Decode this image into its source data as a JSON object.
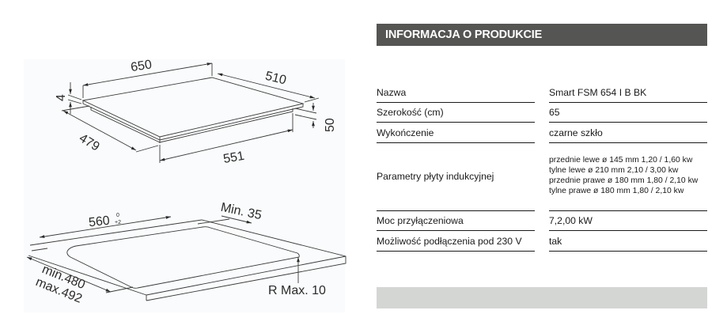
{
  "diagram": {
    "top": {
      "width": "650",
      "depth": "510",
      "glass_thickness": "4",
      "height": "50",
      "cutout_depth": "479",
      "cutout_width": "551"
    },
    "bottom": {
      "cutout_width": "560",
      "tolerance_upper": "0",
      "tolerance_lower": "+2",
      "min_back": "Min. 35",
      "depth_min": "min.480",
      "depth_max": "max.492",
      "radius": "R Max. 10"
    }
  },
  "info": {
    "title": "INFORMACJA O PRODUKCIE",
    "rows": [
      {
        "label": "Nazwa",
        "value": "Smart FSM 654 I B BK"
      },
      {
        "label": "Szerokość (cm)",
        "value": "65"
      },
      {
        "label": "Wykończenie",
        "value": "czarne szkło"
      },
      {
        "label": "Parametry płyty indukcyjnej",
        "value": "przednie lewe ø 145 mm 1,20 / 1,60 kw tylne lewe ø 210 mm 2,10 / 3,00 kw przednie prawe ø 180 mm 1,80 / 2,10 kw tylne prawe ø 180 mm 1,80 / 2,10 kw"
      },
      {
        "label": "Moc przyłączeniowa",
        "value": "7,2,00 kW"
      },
      {
        "label": "Możliwość podłączenia pod 230 V",
        "value": "tak"
      }
    ]
  },
  "colors": {
    "header_bg": "#555553",
    "footer_bg": "#d4d6d3",
    "rule": "#1a1a1a"
  }
}
